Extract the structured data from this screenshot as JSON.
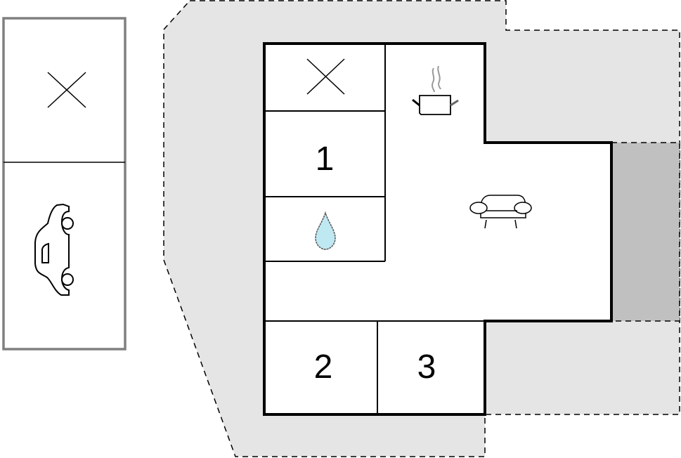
{
  "rooms": {
    "bedroom_1": "1",
    "bedroom_2": "2",
    "bedroom_3": "3"
  },
  "icons": {
    "storage": "cross-icon",
    "parking": "car-icon",
    "kitchen": "cooking-pot-icon",
    "living": "armchair-icon",
    "bathroom": "water-drop-icon"
  },
  "colors": {
    "outdoor_area": "#e5e5e5",
    "terrace": "#c0c0c0",
    "water": "#bfe9f2",
    "garage_border": "#808080"
  }
}
